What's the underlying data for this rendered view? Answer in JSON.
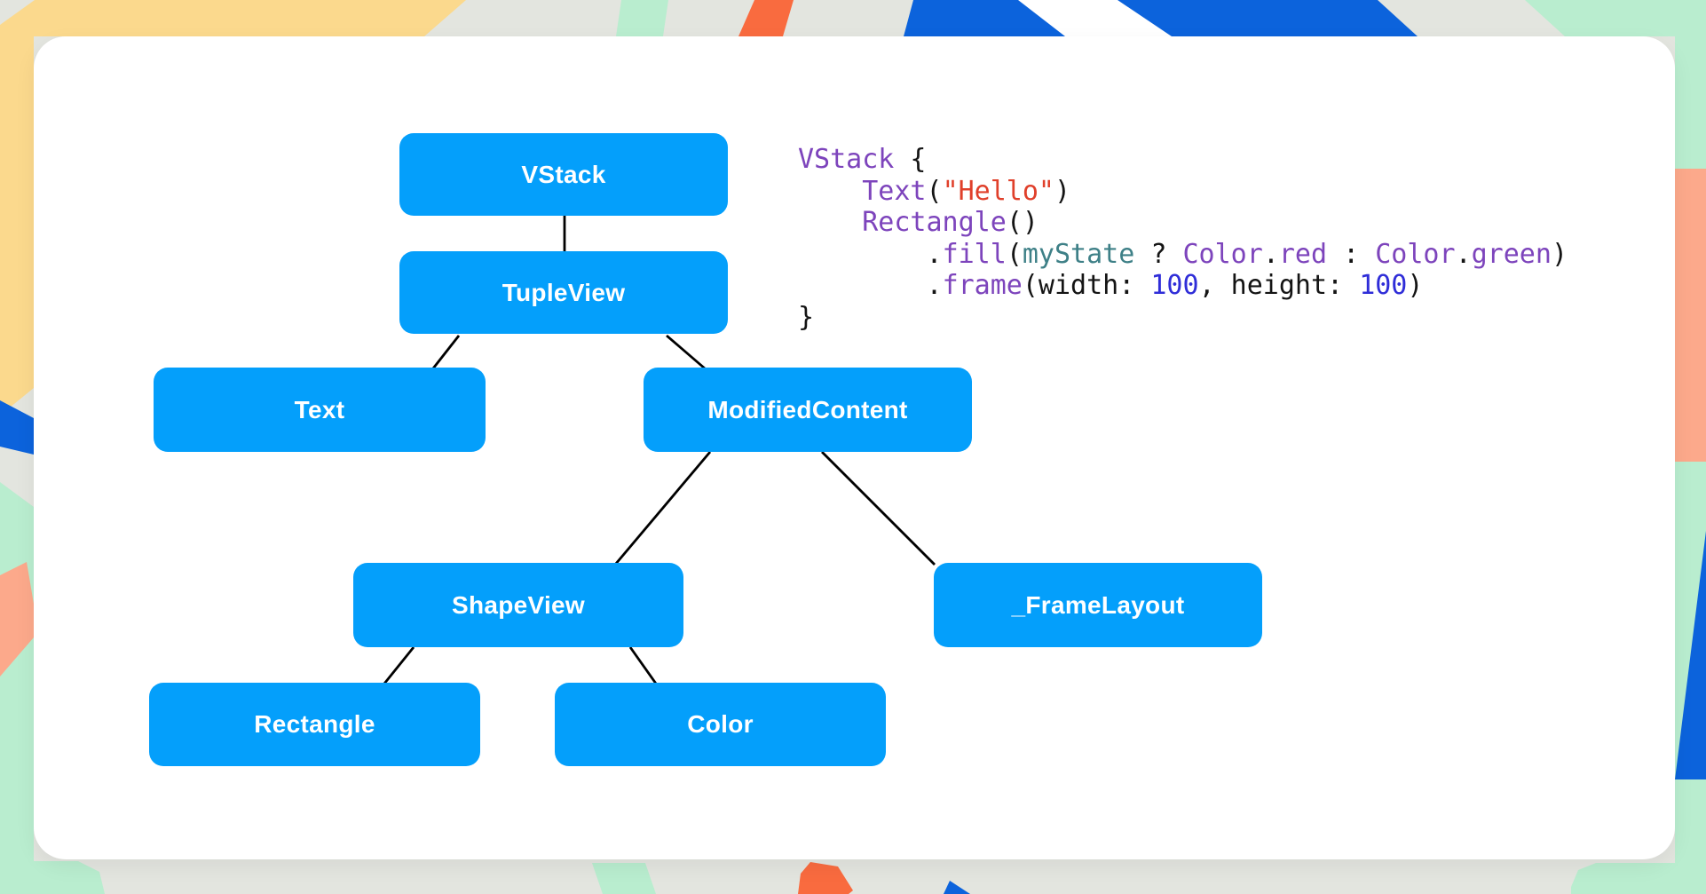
{
  "background": {
    "base_color": "#E3E5DF",
    "palette": {
      "yellow": "#FBD98D",
      "mint": "#B9EDCF",
      "orange": "#F96B3F",
      "blue": "#0C63DC",
      "salmon": "#FCA98B",
      "white": "#FFFFFF"
    }
  },
  "card": {
    "color": "#FFFFFF"
  },
  "tree": {
    "node_fill": "#049FFB",
    "label_color": "#FFFFFF",
    "edge_color": "#000000",
    "nodes": [
      {
        "id": "vstack",
        "label": "VStack"
      },
      {
        "id": "tupleview",
        "label": "TupleView"
      },
      {
        "id": "text",
        "label": "Text"
      },
      {
        "id": "modifiedcontent",
        "label": "ModifiedContent"
      },
      {
        "id": "shapeview",
        "label": "ShapeView"
      },
      {
        "id": "framelayout",
        "label": "_FrameLayout"
      },
      {
        "id": "rectangle",
        "label": "Rectangle"
      },
      {
        "id": "color",
        "label": "Color"
      }
    ]
  },
  "code": {
    "colors": {
      "type": "#7D44BC",
      "string": "#E0402B",
      "number": "#2F2DD8",
      "property": "#3E8087",
      "plain": "#141414"
    },
    "lines": [
      [
        {
          "t": "VStack",
          "s": "type"
        },
        {
          "t": " {",
          "s": "plain"
        }
      ],
      [
        {
          "t": "    ",
          "s": "plain"
        },
        {
          "t": "Text",
          "s": "type"
        },
        {
          "t": "(",
          "s": "plain"
        },
        {
          "t": "\"Hello\"",
          "s": "string"
        },
        {
          "t": ")",
          "s": "plain"
        }
      ],
      [
        {
          "t": "    ",
          "s": "plain"
        },
        {
          "t": "Rectangle",
          "s": "type"
        },
        {
          "t": "()",
          "s": "plain"
        }
      ],
      [
        {
          "t": "        .",
          "s": "plain"
        },
        {
          "t": "fill",
          "s": "type"
        },
        {
          "t": "(",
          "s": "plain"
        },
        {
          "t": "myState",
          "s": "property"
        },
        {
          "t": " ? ",
          "s": "plain"
        },
        {
          "t": "Color",
          "s": "type"
        },
        {
          "t": ".",
          "s": "plain"
        },
        {
          "t": "red",
          "s": "type"
        },
        {
          "t": " : ",
          "s": "plain"
        },
        {
          "t": "Color",
          "s": "type"
        },
        {
          "t": ".",
          "s": "plain"
        },
        {
          "t": "green",
          "s": "type"
        },
        {
          "t": ")",
          "s": "plain"
        }
      ],
      [
        {
          "t": "        .",
          "s": "plain"
        },
        {
          "t": "frame",
          "s": "type"
        },
        {
          "t": "(width: ",
          "s": "plain"
        },
        {
          "t": "100",
          "s": "number"
        },
        {
          "t": ", height: ",
          "s": "plain"
        },
        {
          "t": "100",
          "s": "number"
        },
        {
          "t": ")",
          "s": "plain"
        }
      ],
      [
        {
          "t": "}",
          "s": "plain"
        }
      ]
    ]
  }
}
